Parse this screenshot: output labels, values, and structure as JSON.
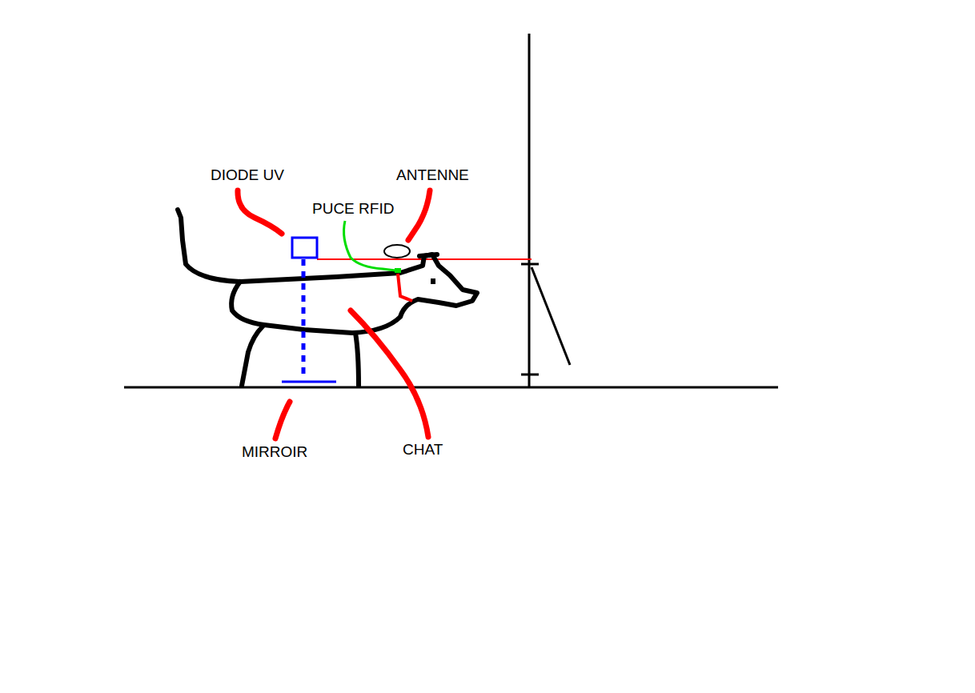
{
  "diagram": {
    "labels": [
      "DIODE UV",
      "PUCE RFID",
      "ANTENNE",
      "MIRROIR",
      "CHAT"
    ]
  }
}
